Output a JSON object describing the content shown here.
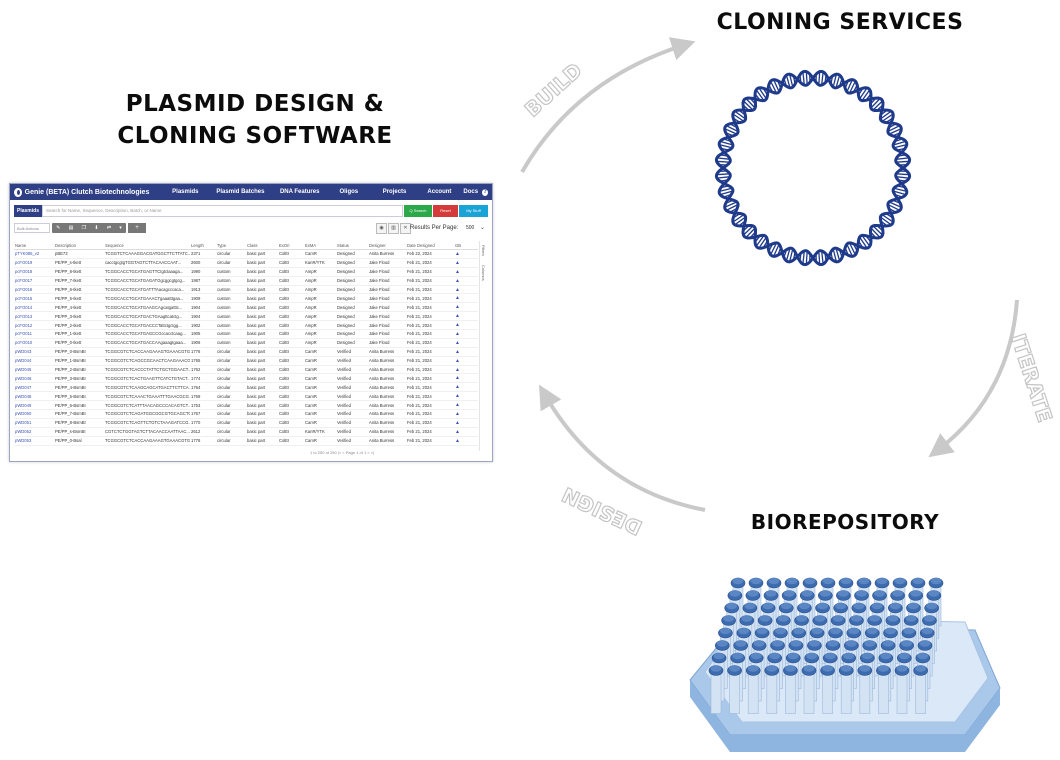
{
  "headings": {
    "cloning_services": "CLONING SERVICES",
    "software_line1": "PLASMID DESIGN &",
    "software_line2": "CLONING SOFTWARE",
    "biorepository": "BIOREPOSITORY"
  },
  "cycle_labels": {
    "build": "BUILD",
    "iterate": "ITERATE",
    "design": "DESIGN"
  },
  "colors": {
    "arrow": "#c9c9c9",
    "navbar": "#2f3f86",
    "dna": "#1f3a8a",
    "tube_cap": "#3d6bb0"
  },
  "app": {
    "brand": "Genie (BETA) Clutch Biotechnologies",
    "nav": [
      "Plasmids",
      "Plasmid Batches",
      "DNA Features",
      "Oligos",
      "Projects",
      "Account",
      "Docs"
    ],
    "search_tab": "Plasmids",
    "search_placeholder": "Search for Name, Sequence, Description, Batch, or Name",
    "btn_search": "Q Search",
    "btn_reset": "Reset",
    "btn_my": "My Stuff",
    "bulk_actions": "Bulk Actions",
    "add_icon": "+",
    "results_per_page_label": "Results Per Page:",
    "results_per_page_value": "500",
    "side_filters": "Filters",
    "side_columns": "Columns",
    "footer": "1 to 250 of 250  |<  <  Page 1 of 1  >  >|",
    "columns": [
      "Name",
      "Description",
      "Sequence",
      "Length",
      "Type",
      "Class",
      "ExOri",
      "ExMA",
      "Status",
      "Designer",
      "Date Designed",
      "GB"
    ],
    "rows": [
      [
        "pTYK085_v2",
        "pBE73",
        "TCGGTCTCAAAGGACGATGGCTTCTTATC...",
        "2371",
        "circular",
        "basic part",
        "ColEI",
        "CamR",
        "Designed",
        "Anita Burress",
        "Feb 22, 2024"
      ],
      [
        "pcFO019",
        "PE/PP_s-tkett",
        "cacctgcgtgTGGTAGTCTTACAACCAAT...",
        "2600",
        "circular",
        "basic part",
        "ColEI",
        "KanR/YTK",
        "Designed",
        "Jake Flood",
        "Feb 21, 2024"
      ],
      [
        "pcFO018",
        "PE/PP_8-tkett",
        "TCGGCACCTGCATGAGTTCtgtctaaaga...",
        "1990",
        "custom",
        "basic part",
        "ColEI",
        "AmpR",
        "Designed",
        "Jake Flood",
        "Feb 21, 2024"
      ],
      [
        "pcFO017",
        "PE/PP_7-tkett",
        "TCGGCACCTGCATGAGATGgcggcgtgcg...",
        "1987",
        "custom",
        "basic part",
        "ColEI",
        "AmpR",
        "Designed",
        "Jake Flood",
        "Feb 21, 2024"
      ],
      [
        "pcFO016",
        "PE/PP_6-tkett",
        "TCGGCACCTGCATGATTTAacagcccaca...",
        "1913",
        "custom",
        "basic part",
        "ColEI",
        "AmpR",
        "Designed",
        "Jake Flood",
        "Feb 21, 2024"
      ],
      [
        "pcFO015",
        "PE/PP_5-tkett",
        "TCGGCACCTGCATGAAACTgaaatttgaa...",
        "1909",
        "custom",
        "basic part",
        "ColEI",
        "AmpR",
        "Designed",
        "Jake Flood",
        "Feb 21, 2024"
      ],
      [
        "pcFO014",
        "PE/PP_4-tkett",
        "TCGGCACCTGCATGAAGCAgcatgatttc...",
        "1904",
        "custom",
        "basic part",
        "ColEI",
        "AmpR",
        "Designed",
        "Jake Flood",
        "Feb 21, 2024"
      ],
      [
        "pcFO013",
        "PE/PP_3-tkett",
        "TCGGCACCTGCATGACTGAagttcatctg...",
        "1904",
        "custom",
        "basic part",
        "ColEI",
        "AmpR",
        "Designed",
        "Jake Flood",
        "Feb 21, 2024"
      ],
      [
        "pcFO012",
        "PE/PP_2-tkett",
        "TCGGCACCTGCATGACCCTattctgctgg...",
        "1902",
        "custom",
        "basic part",
        "ColEI",
        "AmpR",
        "Designed",
        "Jake Flood",
        "Feb 21, 2024"
      ],
      [
        "pcFO011",
        "PE/PP_1-tkett",
        "TCGGCACCTGCATGAGCCGccacctcaag...",
        "1905",
        "custom",
        "basic part",
        "ColEI",
        "AmpR",
        "Designed",
        "Jake Flood",
        "Feb 21, 2024"
      ],
      [
        "pcFO010",
        "PE/PP_0-tkett",
        "TCGGCACCTGCATGACCAAgaaagtgaaa...",
        "1906",
        "custom",
        "basic part",
        "ColEI",
        "AmpR",
        "Designed",
        "Jake Flood",
        "Feb 21, 2024"
      ],
      [
        "pWD043",
        "PE/PP_0-BsmBI",
        "TCGGCGTCTCACCAAGAAAGTGAAACGTG...",
        "1776",
        "circular",
        "basic part",
        "ColEI",
        "CamR",
        "Verified",
        "Anita Burress",
        "Feb 21, 2024"
      ],
      [
        "pWD044",
        "PE/PP_1-BsmBI",
        "TCGGCGTCTCAGCCGCAACTCAAGAAACG...",
        "1765",
        "circular",
        "basic part",
        "ColEI",
        "CamR",
        "Verified",
        "Anita Burress",
        "Feb 21, 2024"
      ],
      [
        "pWD045",
        "PE/PP_2-BsmBI",
        "TCGGCGTCTCACCCTATTCTGCTGGAACT...",
        "1762",
        "circular",
        "basic part",
        "ColEI",
        "CamR",
        "Verified",
        "Anita Burress",
        "Feb 21, 2024"
      ],
      [
        "pWD046",
        "PE/PP_3-BsmBI",
        "TCGGCGTCTCACTGAAGTTCATCTGTACT...",
        "1774",
        "circular",
        "basic part",
        "ColEI",
        "CamR",
        "Verified",
        "Anita Burress",
        "Feb 21, 2024"
      ],
      [
        "pWD047",
        "PE/PP_4-BsmBI",
        "TCGGCGTCTCAAGCAGCATGACTTCTTCA...",
        "1764",
        "circular",
        "basic part",
        "ColEI",
        "CamR",
        "Verified",
        "Anita Burress",
        "Feb 21, 2024"
      ],
      [
        "pWD048",
        "PE/PP_5-BsmBI",
        "TCGGCGTCTCAAACTGAAATTTGAACGCG...",
        "1769",
        "circular",
        "basic part",
        "ColEI",
        "CamR",
        "Verified",
        "Anita Burress",
        "Feb 21, 2024"
      ],
      [
        "pWD049",
        "PE/PP_6-BsmBI",
        "TCGGCGTCTCATTTAACAGCCCACAGTCT...",
        "1753",
        "circular",
        "basic part",
        "ColEI",
        "CamR",
        "Verified",
        "Anita Burress",
        "Feb 21, 2024"
      ],
      [
        "pWD050",
        "PE/PP_7-BsmBI",
        "TCGGCGTCTCAGATGGCGGCGTGCAGCTG...",
        "1767",
        "circular",
        "basic part",
        "ColEI",
        "CamR",
        "Verified",
        "Anita Burress",
        "Feb 21, 2024"
      ],
      [
        "pWD051",
        "PE/PP_8-BsmBI",
        "TCGGCGTCTCAGTTCTGTCTAAAGATCCG...",
        "1770",
        "circular",
        "basic part",
        "ColEI",
        "CamR",
        "Verified",
        "Anita Burress",
        "Feb 21, 2024"
      ],
      [
        "pWD052",
        "PE/PP_s-BsmBI",
        "CGTCTCTGGTAGTCTTACAACCAATTAAC...",
        "2612",
        "circular",
        "basic part",
        "ColEI",
        "KanR/YTK",
        "Verified",
        "Anita Burress",
        "Feb 21, 2024"
      ],
      [
        "pWD053",
        "PE/PP_0-Bsal",
        "TCGGCGTCTCACCAAGAAAGTGAAACGTG...",
        "1776",
        "circular",
        "basic part",
        "ColEI",
        "CamR",
        "Verified",
        "Anita Burress",
        "Feb 21, 2024"
      ]
    ]
  }
}
